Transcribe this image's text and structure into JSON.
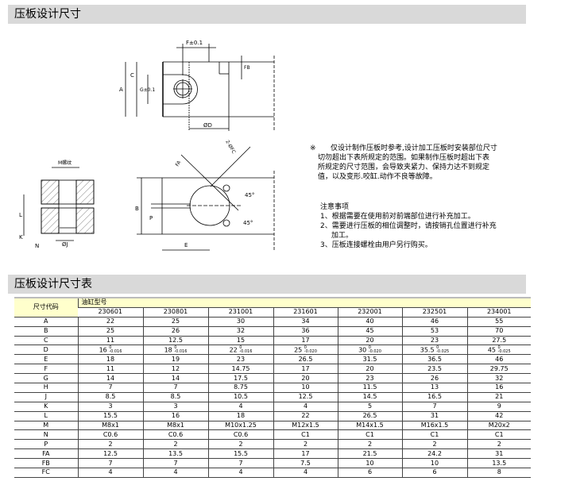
{
  "section1_title": "压板设计尺寸",
  "section2_title": "压板设计尺寸表",
  "drawing_labels": {
    "F": "F±0.1",
    "FB": "FB",
    "A": "A",
    "C": "C",
    "G": "G±0.1",
    "D": "ØD",
    "M": "M螺纹",
    "L": "L",
    "K": "K",
    "N": "N",
    "J": "ØJ",
    "FA": "FA",
    "FC": "2-ØFC",
    "B": "B",
    "P": "P",
    "E": "E",
    "angle": "45°"
  },
  "note": {
    "mark": "※",
    "text": [
      "仅设计制作压板时参考,设计加工压板时安装部位尺寸",
      "切勿超出下表所规定的范围。如果制作压板时超出下表",
      "所规定的尺寸范围，会导致夹紧力、保持力达不到规定",
      "值，以及变形.咬缸.动作不良等故障。"
    ]
  },
  "precautions": {
    "title": "注意事项",
    "items": [
      "1、根据需要在使用前对前端部位进行补充加工。",
      "2、需要进行压板的相位调整时，请按销孔位置进行补充",
      "加工。",
      "3、压板连接螺栓由用户另行购买。"
    ]
  },
  "table": {
    "code_header": "尺寸代码",
    "model_header": "油缸型号",
    "models": [
      "230601",
      "230801",
      "231001",
      "231601",
      "232001",
      "232501",
      "234001"
    ],
    "rows": [
      {
        "code": "A",
        "values": [
          "22",
          "25",
          "30",
          "34",
          "40",
          "46",
          "55"
        ]
      },
      {
        "code": "B",
        "values": [
          "25",
          "26",
          "32",
          "36",
          "45",
          "53",
          "70"
        ]
      },
      {
        "code": "C",
        "values": [
          "11",
          "12.5",
          "15",
          "17",
          "20",
          "23",
          "27.5"
        ]
      },
      {
        "code": "D",
        "values": [
          "16",
          "18",
          "22",
          "25",
          "30",
          "35.5",
          "45"
        ],
        "tol_upper": [
          "0",
          "0",
          "0",
          "0",
          "0",
          "0",
          "0"
        ],
        "tol_lower": [
          "-0.016",
          "-0.016",
          "-0.016",
          "-0.020",
          "-0.020",
          "-0.025",
          "-0.025"
        ]
      },
      {
        "code": "E",
        "values": [
          "18",
          "19",
          "23",
          "26.5",
          "31.5",
          "36.5",
          "46"
        ]
      },
      {
        "code": "F",
        "values": [
          "11",
          "12",
          "14.75",
          "17",
          "20",
          "23.5",
          "29.75"
        ]
      },
      {
        "code": "G",
        "values": [
          "14",
          "14",
          "17.5",
          "20",
          "23",
          "26",
          "32"
        ]
      },
      {
        "code": "H",
        "values": [
          "7",
          "7",
          "8.75",
          "10",
          "11.5",
          "13",
          "16"
        ]
      },
      {
        "code": "J",
        "values": [
          "8.5",
          "8.5",
          "10.5",
          "12.5",
          "14.5",
          "16.5",
          "21"
        ]
      },
      {
        "code": "K",
        "values": [
          "3",
          "3",
          "4",
          "4",
          "5",
          "7",
          "9"
        ]
      },
      {
        "code": "L",
        "values": [
          "15.5",
          "16",
          "18",
          "22",
          "26.5",
          "31",
          "42"
        ]
      },
      {
        "code": "M",
        "values": [
          "M8x1",
          "M8x1",
          "M10x1.25",
          "M12x1.5",
          "M14x1.5",
          "M16x1.5",
          "M20x2"
        ]
      },
      {
        "code": "N",
        "values": [
          "C0.6",
          "C0.6",
          "C0.6",
          "C1",
          "C1",
          "C1",
          "C1"
        ]
      },
      {
        "code": "P",
        "values": [
          "2",
          "2",
          "2",
          "2",
          "2",
          "2",
          "2"
        ]
      },
      {
        "code": "FA",
        "values": [
          "12.5",
          "13.5",
          "15.5",
          "17",
          "21.5",
          "24.2",
          "31"
        ]
      },
      {
        "code": "FB",
        "values": [
          "7",
          "7",
          "7",
          "7.5",
          "10",
          "10",
          "13.5"
        ]
      },
      {
        "code": "FC",
        "values": [
          "4",
          "4",
          "4",
          "4",
          "6",
          "6",
          "8"
        ]
      }
    ]
  }
}
